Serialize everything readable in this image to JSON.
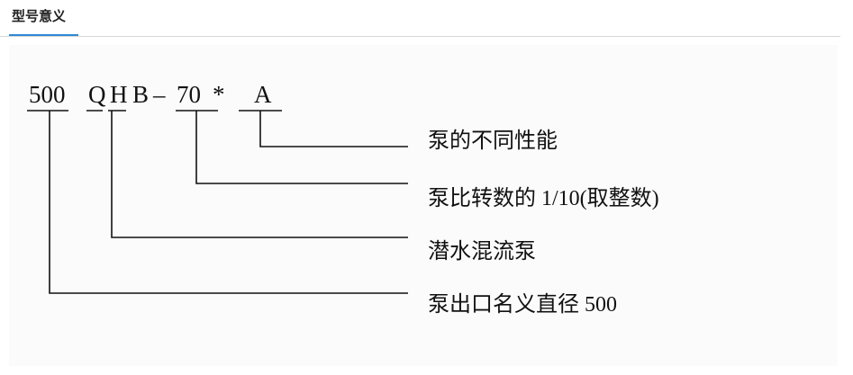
{
  "tab": {
    "title": "型号意义"
  },
  "diagram": {
    "model_code_parts": [
      "500",
      "Q",
      "H",
      "B",
      "–",
      "70",
      "*",
      "A"
    ],
    "labels": [
      "泵的不同性能",
      "泵比转数的 1/10(取整数)",
      "潜水混流泵",
      "泵出口名义直径 500"
    ]
  }
}
